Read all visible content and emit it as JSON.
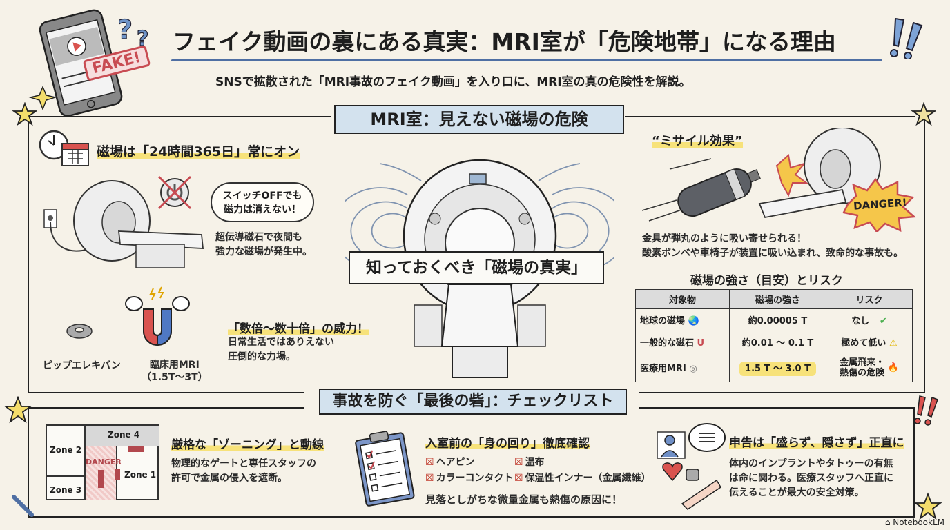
{
  "header": {
    "title": "フェイク動画の裏にある真実：MRI室が「危険地帯」になる理由",
    "subtitle": "SNSで拡散された「MRI事故のフェイク動画」を入り口に、MRI室の真の危険性を解説。",
    "fake_stamp": "FAKE!"
  },
  "section1": {
    "banner": "MRI室：見えない磁場の危険",
    "center_ribbon": "知っておくべき「磁場の真実」",
    "always_on": {
      "heading": "磁場は「24時間365日」常にオン",
      "bubble": [
        "スイッチOFFでも",
        "磁力は消えない！"
      ],
      "body": [
        "超伝導磁石で夜間も",
        "強力な磁場が発生中。"
      ]
    },
    "power": {
      "heading": "「数倍〜数十倍」の威力！",
      "body": [
        "日常生活ではありえない",
        "圧倒的な力場。"
      ],
      "label_small": "ピップエレキバン",
      "label_mri": [
        "臨床用MRI",
        "（1.5T〜3T）"
      ]
    },
    "missile": {
      "heading": "“ミサイル効果”",
      "danger_label": "DANGER!",
      "body": [
        "金具が弾丸のように吸い寄せられる！",
        "酸素ボンベや車椅子が装置に吸い込まれ、致命的な事故も。"
      ]
    },
    "table": {
      "title": "磁場の強さ（目安）とリスク",
      "headers": [
        "対象物",
        "磁場の強さ",
        "リスク"
      ],
      "rows": [
        {
          "object": "地球の磁場",
          "strength": "約0.00005 T",
          "risk": "なし",
          "icon": "globe-icon",
          "risk_icon": "check-icon"
        },
        {
          "object": "一般的な磁石",
          "strength": "約0.01 〜 0.1 T",
          "risk": "極めて低い",
          "icon": "magnet-icon",
          "risk_icon": "warning-icon"
        },
        {
          "object": "医療用MRI",
          "strength": "1.5 T 〜 3.0 T",
          "risk": "金属飛来・熱傷の危険",
          "risk_lines": [
            "金属飛来・",
            "熱傷の危険"
          ],
          "icon": "mri-icon",
          "risk_icon": "fire-icon"
        }
      ]
    }
  },
  "section2": {
    "banner": "事故を防ぐ「最後の砦」：チェックリスト",
    "zoning": {
      "heading": "厳格な「ゾーニング」と動線",
      "body": [
        "物理的なゲートと専任スタッフの",
        "許可で金属の侵入を遮断。"
      ],
      "zones": [
        "Zone 4",
        "Zone 2",
        "Zone 1",
        "Zone 3"
      ],
      "danger": "DANGER"
    },
    "belongings": {
      "heading": "入室前の「身の回り」徹底確認",
      "items": [
        "ヘアピン",
        "温布",
        "カラーコンタクト",
        "保温性インナー（金属繊維）"
      ],
      "note": "見落としがちな微量金属も熱傷の原因に！"
    },
    "declare": {
      "heading": "申告は「盛らず、隠さず」正直に",
      "body": [
        "体内のインプラントやタトゥーの有無",
        "は命に関わる。医療スタッフへ正直に",
        "伝えることが最大の安全対策。"
      ]
    }
  },
  "footer": {
    "brand": "NotebookLM"
  },
  "colors": {
    "background": "#f6f2e8",
    "banner": "#d3e2ee",
    "highlight": "#f7e27a",
    "danger": "#c0392b",
    "accent_blue": "#4f6fa3"
  }
}
